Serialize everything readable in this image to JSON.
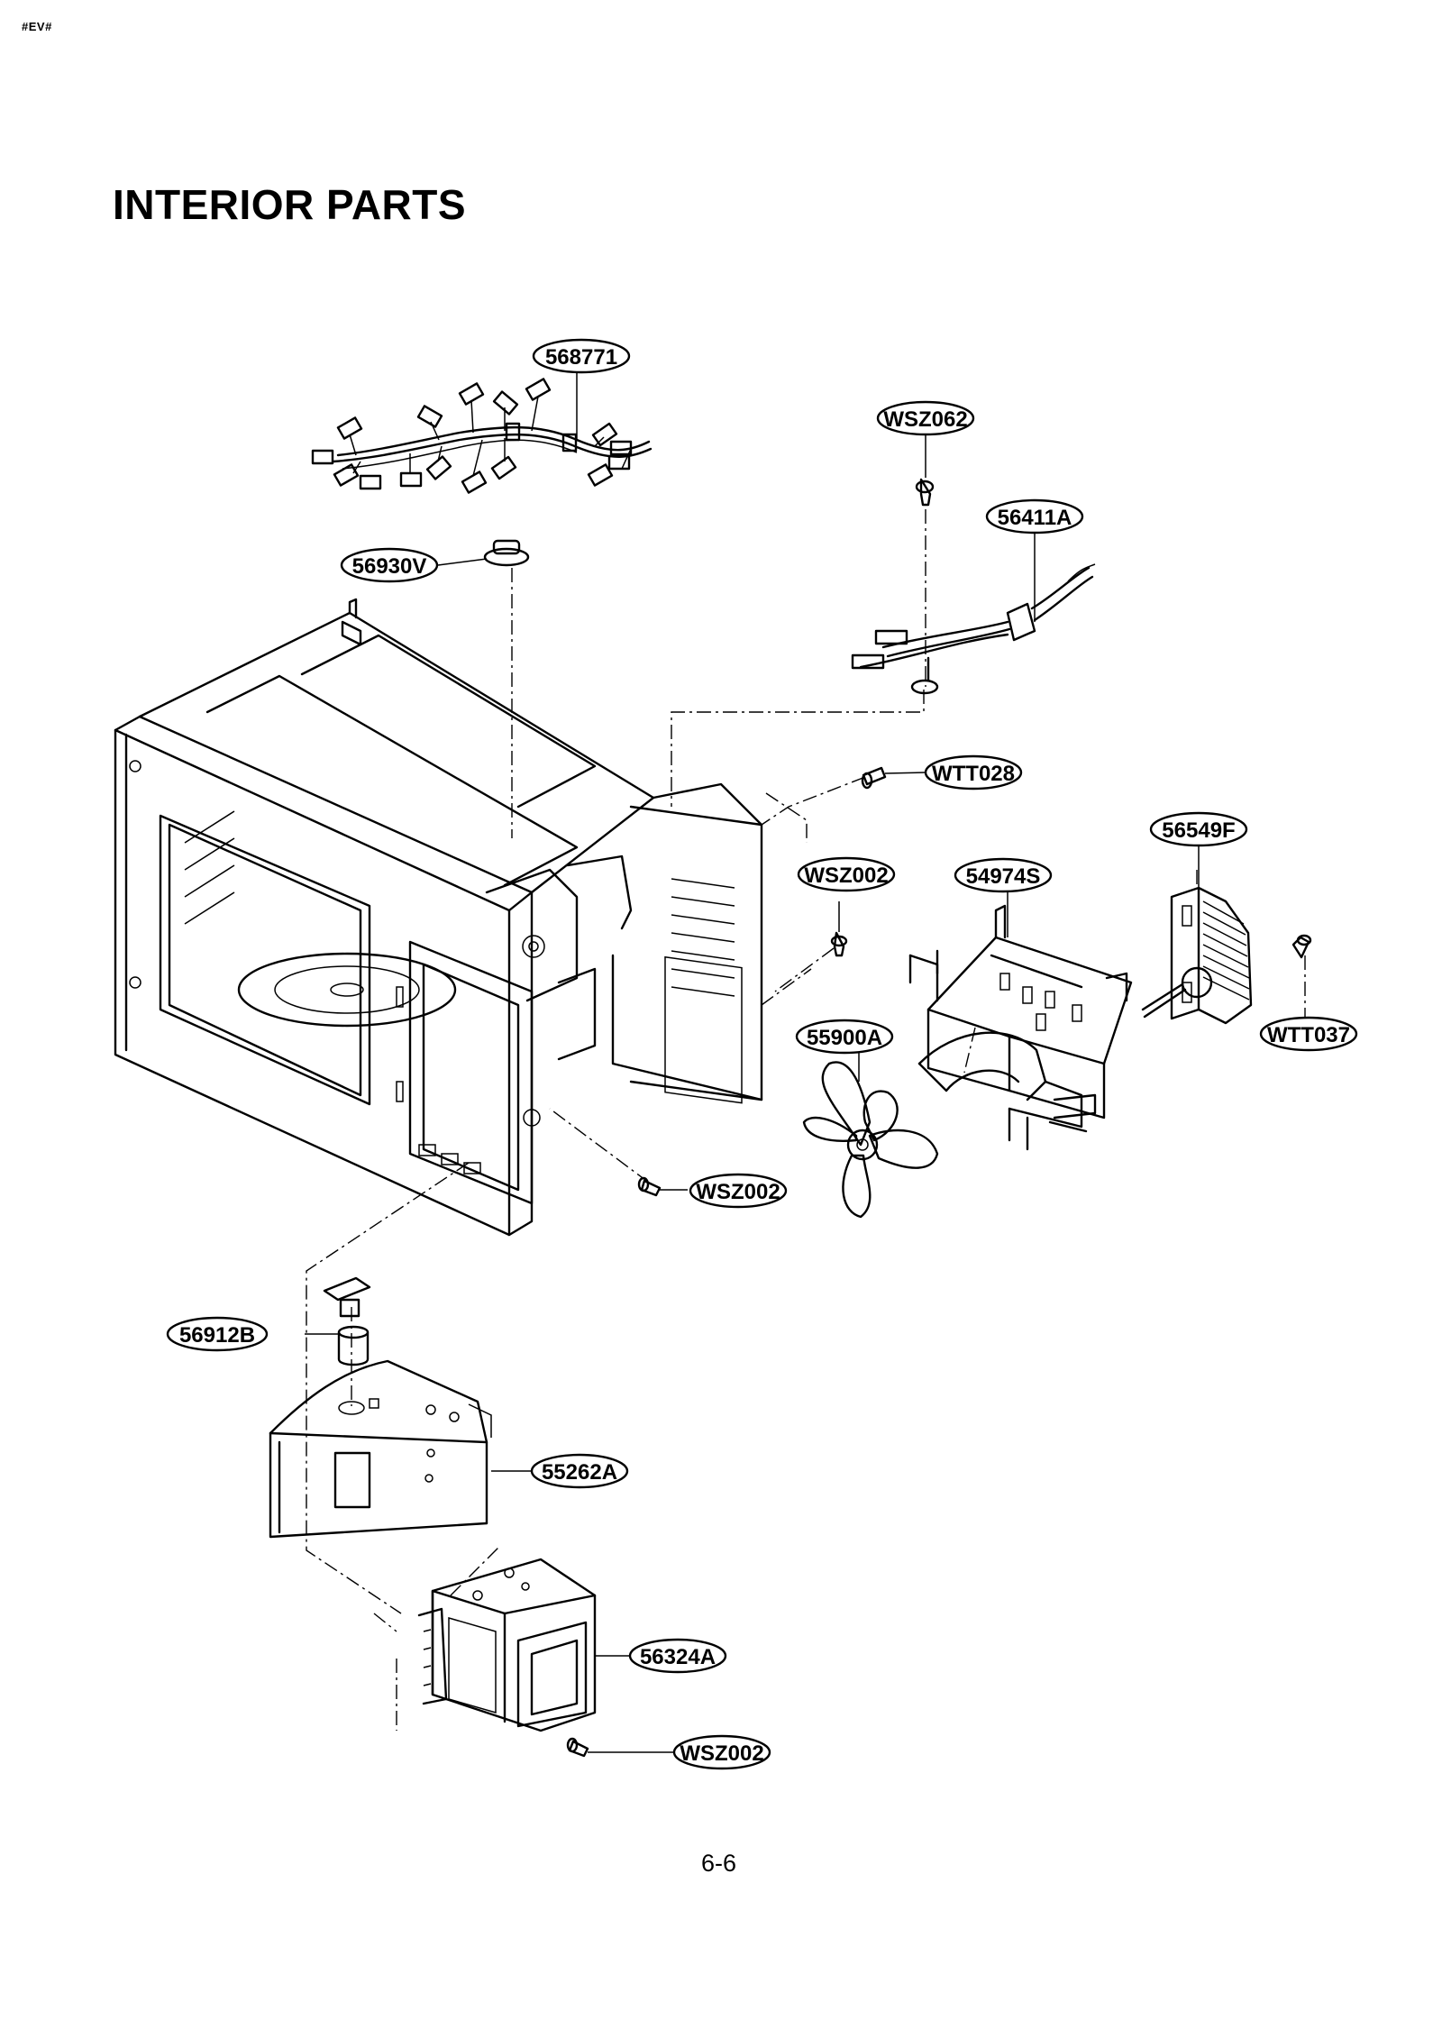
{
  "page": {
    "tag": "#EV#",
    "title": "INTERIOR PARTS",
    "page_number": "6-6"
  },
  "callouts": [
    {
      "id": "568771",
      "label": "568771"
    },
    {
      "id": "WSZ062",
      "label": "WSZ062"
    },
    {
      "id": "56411A",
      "label": "56411A"
    },
    {
      "id": "56930V",
      "label": "56930V"
    },
    {
      "id": "WTT028",
      "label": "WTT028"
    },
    {
      "id": "56549F",
      "label": "56549F"
    },
    {
      "id": "WSZ002-a",
      "label": "WSZ002"
    },
    {
      "id": "54974S",
      "label": "54974S"
    },
    {
      "id": "55900A",
      "label": "55900A"
    },
    {
      "id": "WTT037",
      "label": "WTT037"
    },
    {
      "id": "WSZ002-b",
      "label": "WSZ002"
    },
    {
      "id": "56912B",
      "label": "56912B"
    },
    {
      "id": "55262A",
      "label": "55262A"
    },
    {
      "id": "56324A",
      "label": "56324A"
    },
    {
      "id": "WSZ002-c",
      "label": "WSZ002"
    }
  ]
}
